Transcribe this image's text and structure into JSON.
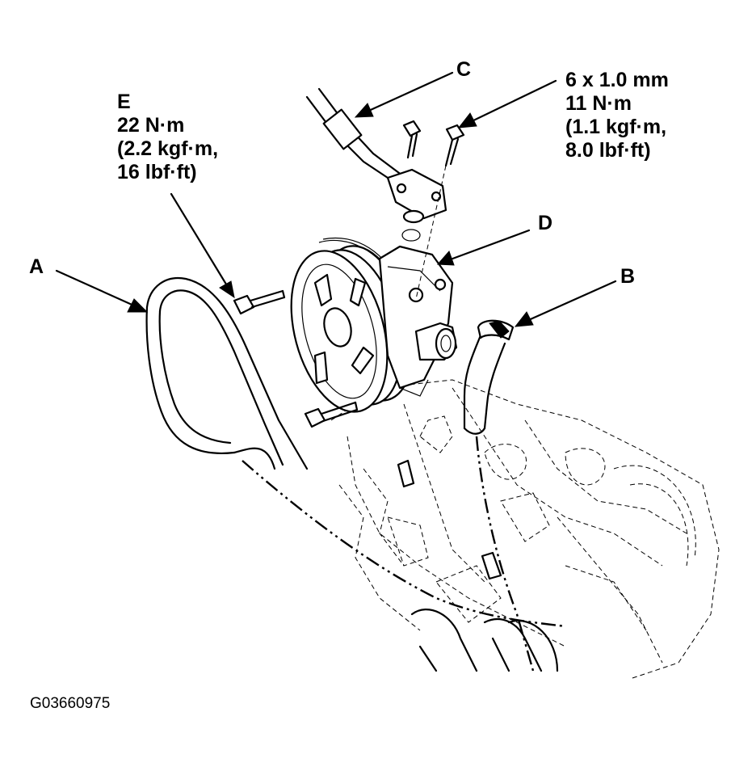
{
  "labels": {
    "a": "A",
    "b": "B",
    "c": "C",
    "d": "D",
    "e": "E",
    "e_torque_line1": "22 N·m",
    "e_torque_line2": "(2.2 kgf·m,",
    "e_torque_line3": "16 lbf·ft)",
    "bolt_size": "6 x 1.0 mm",
    "bolt_torque_line1": "11 N·m",
    "bolt_torque_line2": "(1.1 kgf·m,",
    "bolt_torque_line3": "8.0 lbf·ft)"
  },
  "figure_id": "G03660975"
}
